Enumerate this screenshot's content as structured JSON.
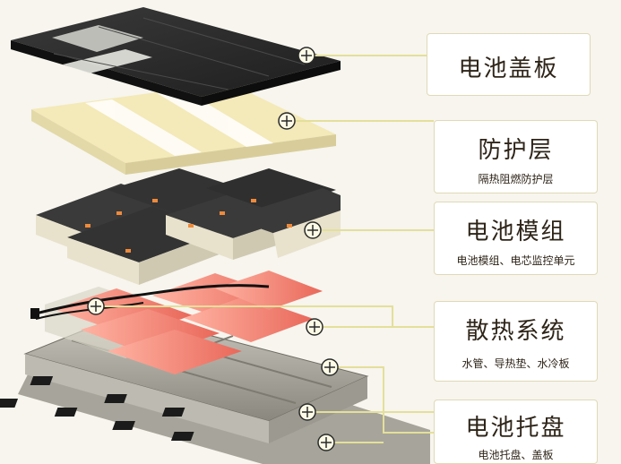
{
  "colors": {
    "connector": "#e4df9a",
    "box_border": "#e0d9b6",
    "text": "#2e2418",
    "cover": "#2b2b2b",
    "protection": "#f1e6b0",
    "module": "#353535",
    "cooling": "#f08a78",
    "tray": "#8f8f8a"
  },
  "layers": [
    {
      "title": "电池盖板",
      "subtitle": ""
    },
    {
      "title": "防护层",
      "subtitle": "隔热阻燃防护层"
    },
    {
      "title": "电池模组",
      "subtitle": "电池模组、电芯监控单元"
    },
    {
      "title": "散热系统",
      "subtitle": "水管、导热垫、水冷板"
    },
    {
      "title": "电池托盘",
      "subtitle": "电池托盘、盖板"
    }
  ]
}
